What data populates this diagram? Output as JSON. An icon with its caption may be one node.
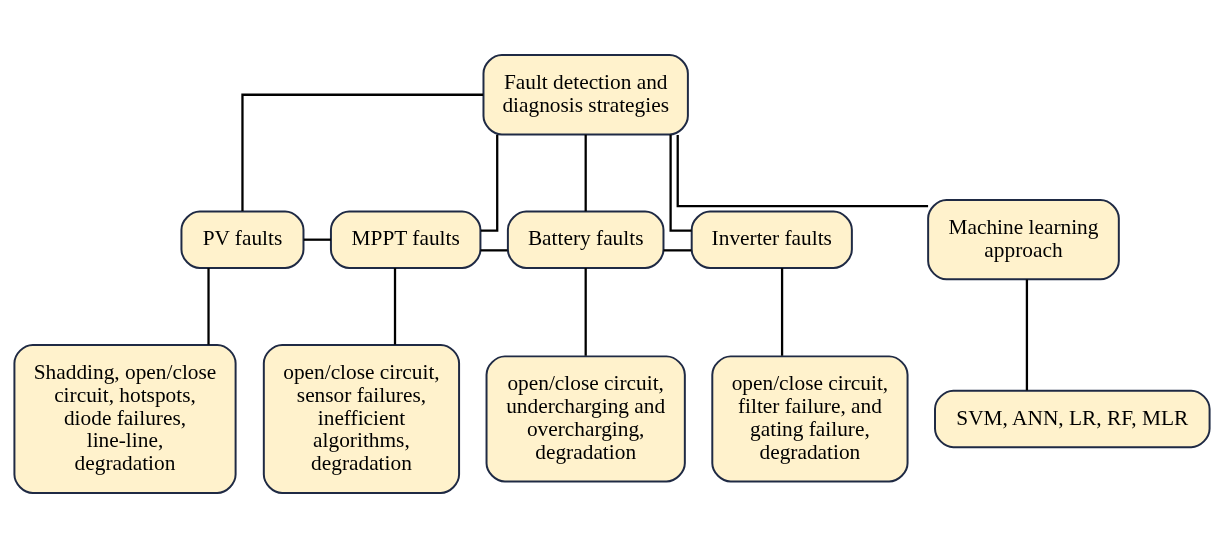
{
  "diagram": {
    "nodes": [
      {
        "text": [
          "Fault detection and diagnosis strategies"
        ]
      },
      {
        "text": [
          "PV faults"
        ]
      },
      {
        "text": [
          "MPPT faults"
        ]
      },
      {
        "text": [
          "Battery faults"
        ]
      },
      {
        "text": [
          "Inverter faults"
        ]
      },
      {
        "text": [
          "Machine learning approach"
        ]
      },
      {
        "text": [
          "Shadding, open/close circuit, hotspots, diode failures, line-line, degradation"
        ]
      },
      {
        "text": [
          "open/close circuit, sensor failures, inefficient algorithms, degradation"
        ]
      },
      {
        "text": [
          "open/close circuit, undercharging and overcharging, degradation"
        ]
      },
      {
        "text": [
          "open/close circuit, filter failure, and gating failure, degradation"
        ]
      },
      {
        "text": [
          "SVM, ANN, LR, RF, MLR"
        ]
      }
    ],
    "edges": [
      {
        "from": 0,
        "to": 1,
        "arrow": "none"
      },
      {
        "from": 0,
        "to": 2,
        "arrow": "none"
      },
      {
        "from": 0,
        "to": 3,
        "arrow": "none"
      },
      {
        "from": 0,
        "to": 4,
        "arrow": "none"
      },
      {
        "from": 0,
        "to": 5,
        "arrow": "none"
      },
      {
        "from": 1,
        "to": 2,
        "arrow": "none"
      },
      {
        "from": 2,
        "to": 3,
        "arrow": "none"
      },
      {
        "from": 3,
        "to": 4,
        "arrow": "none"
      },
      {
        "from": 1,
        "to": 6,
        "arrow": "none"
      },
      {
        "from": 2,
        "to": 7,
        "arrow": "none"
      },
      {
        "from": 3,
        "to": 8,
        "arrow": "none"
      },
      {
        "from": 4,
        "to": 9,
        "arrow": "none"
      },
      {
        "from": 5,
        "to": 10,
        "arrow": "none"
      }
    ]
  }
}
